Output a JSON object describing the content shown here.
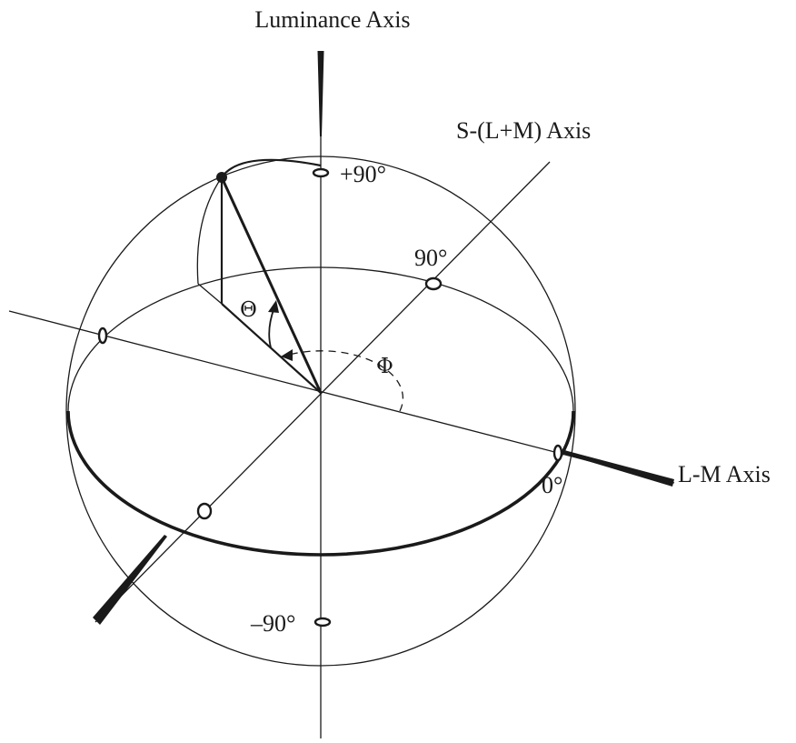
{
  "axes": {
    "luminance": "Luminance Axis",
    "s_lm": "S-(L+M) Axis",
    "l_m": "L-M Axis"
  },
  "angles": {
    "plus_90": "+90°",
    "s_90": "90°",
    "zero": "0°",
    "minus_90": "–90°",
    "theta": "Θ",
    "phi": "Φ"
  },
  "colors": {
    "ink": "#1a1a1a",
    "background": "#ffffff"
  }
}
